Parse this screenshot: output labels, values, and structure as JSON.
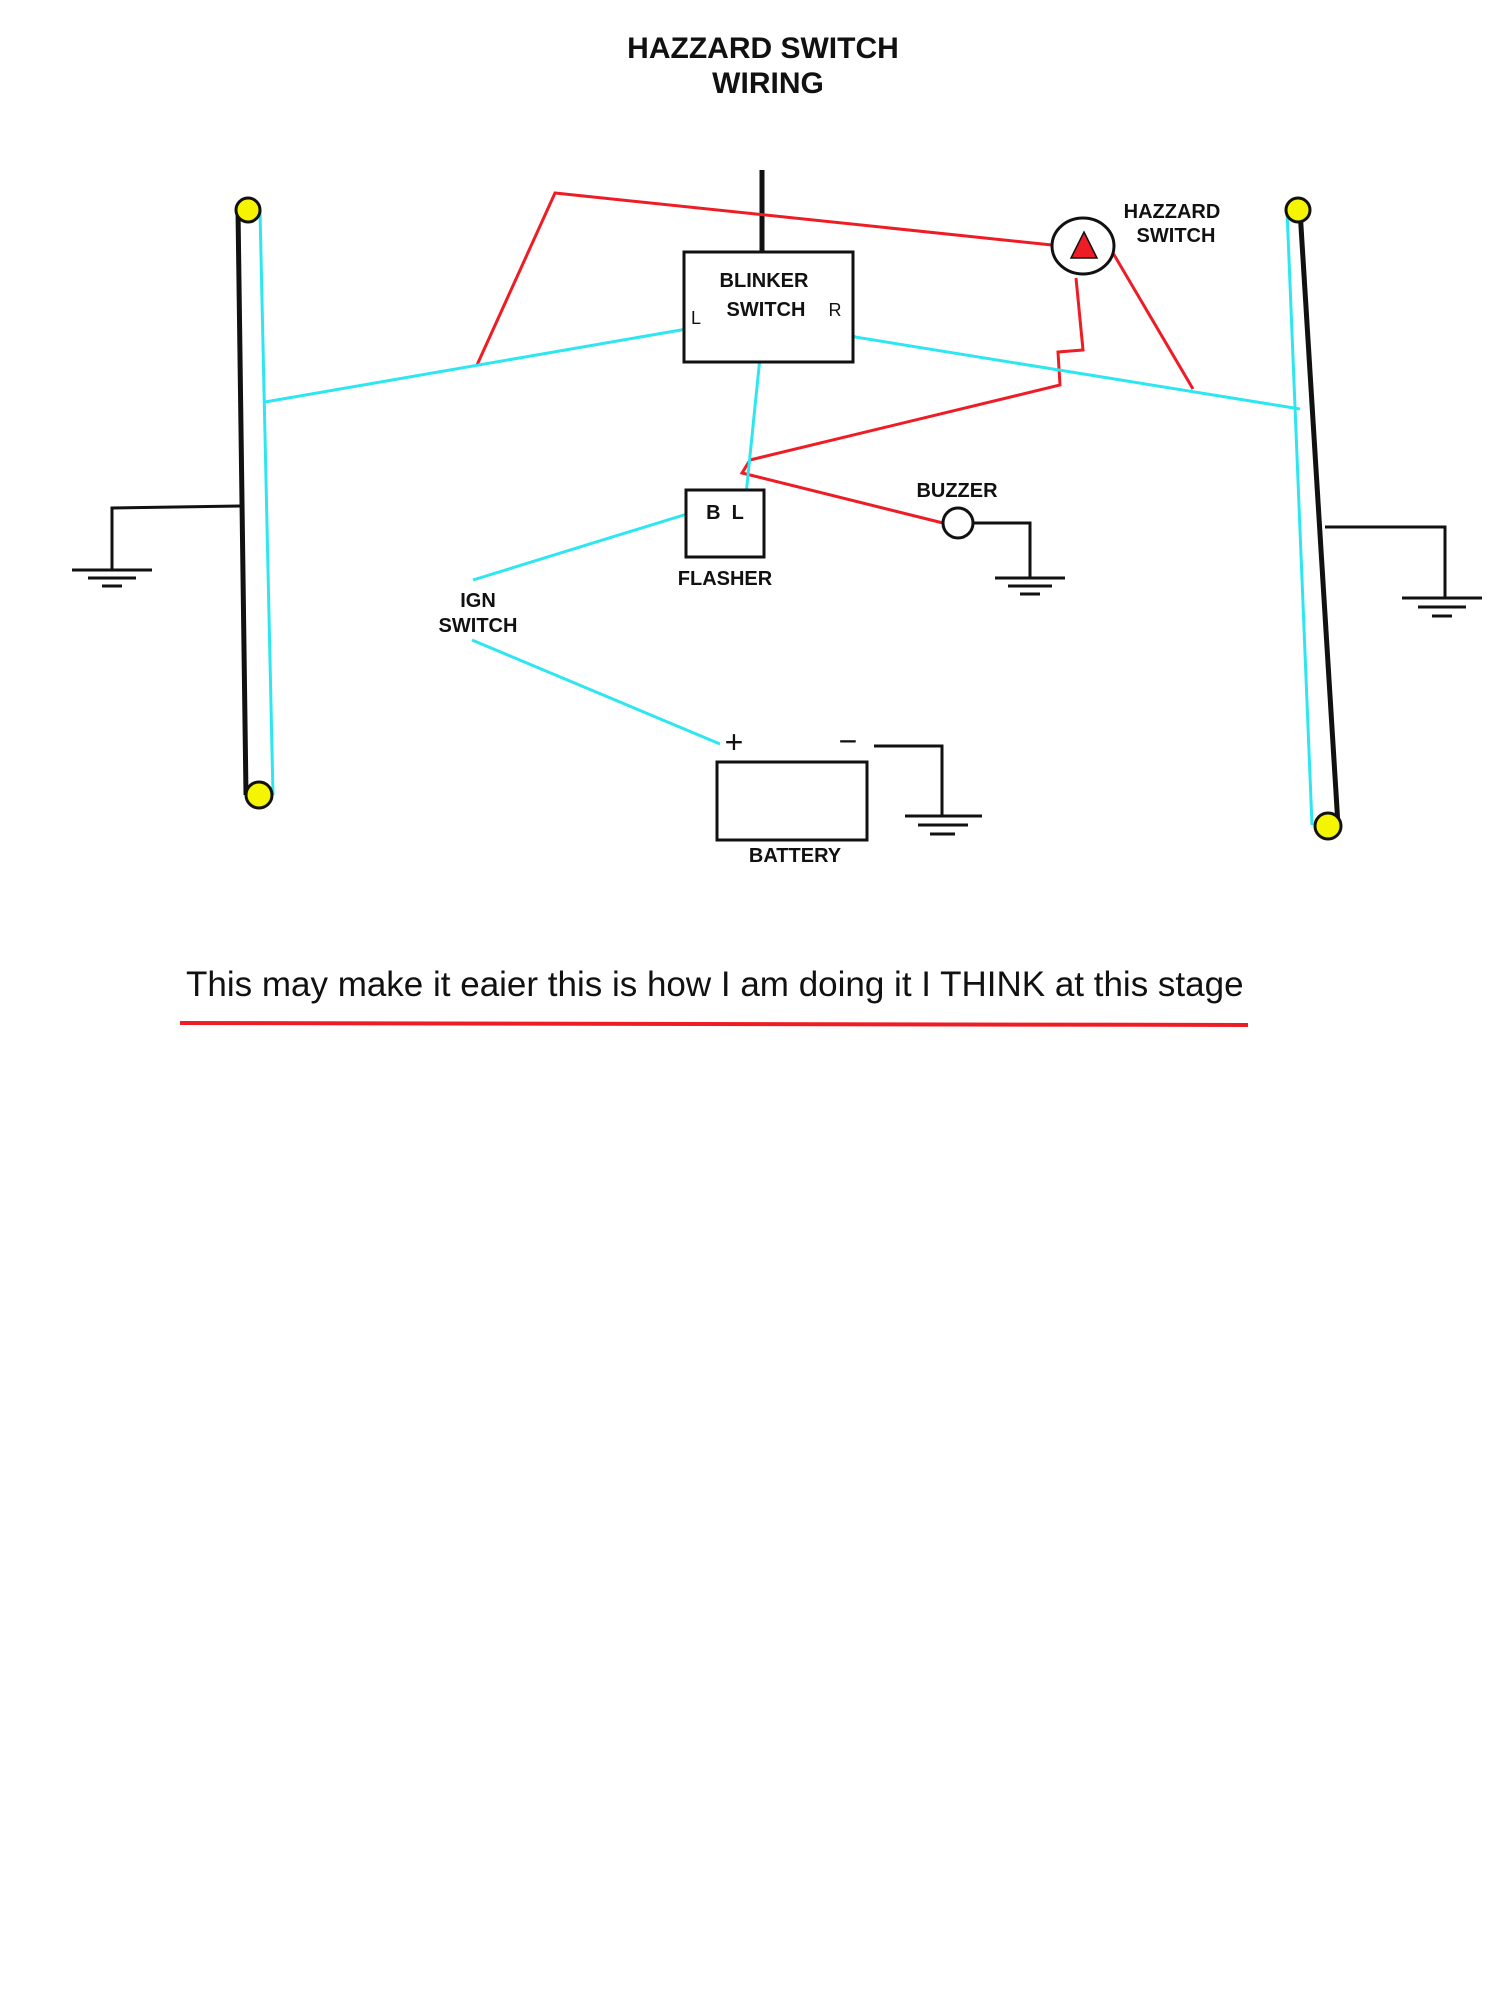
{
  "title": {
    "line1": "HAZZARD  SWITCH",
    "line2": "WIRING"
  },
  "components": {
    "blinker_switch": {
      "line1": "BLINKER",
      "line2": "SWITCH",
      "pin_left": "L",
      "pin_right": "R"
    },
    "hazard_switch": {
      "line1": "HAZZARD",
      "line2": "SWITCH"
    },
    "flasher": {
      "label": "FLASHER",
      "pins": "B  L"
    },
    "buzzer": {
      "label": "BUZZER"
    },
    "ign_switch": {
      "line1": "IGN",
      "line2": "SWITCH"
    },
    "battery": {
      "label": "BATTERY",
      "plus": "+",
      "minus": "−"
    }
  },
  "note": "This may make it eaier this is how I am doing it I THINK at this stage",
  "colors": {
    "red_wire": "#ee1c24",
    "cyan_wire": "#2ee6f0",
    "black_wire": "#111111",
    "lamp": "#f5f500"
  }
}
